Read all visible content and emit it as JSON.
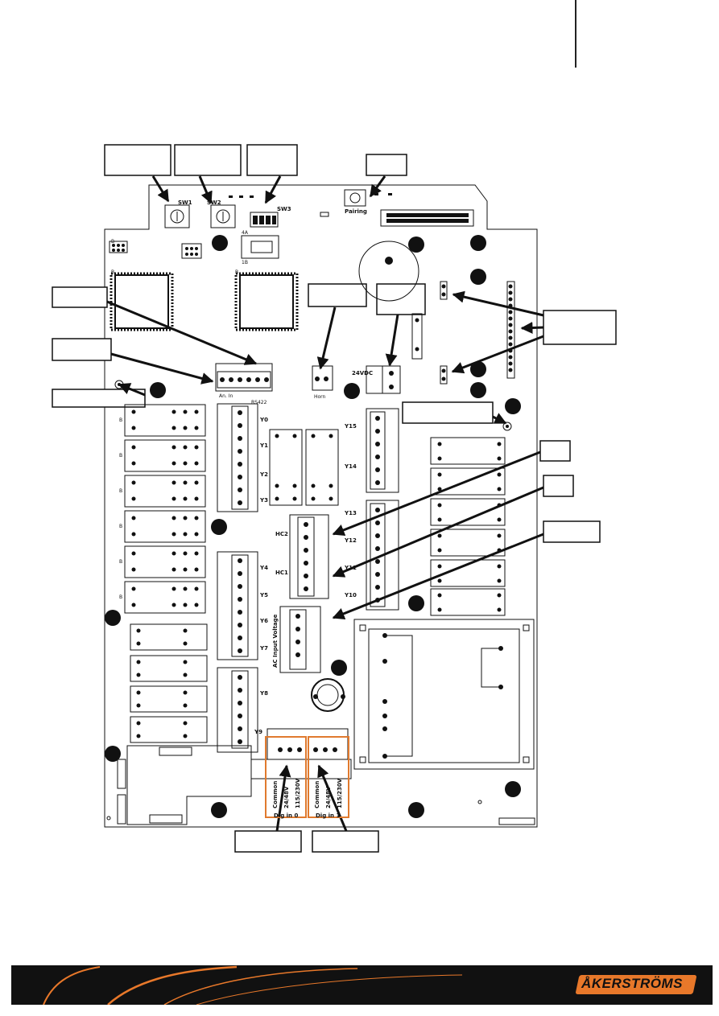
{
  "board_labels": {
    "sw1": "SW1",
    "sw2": "SW2",
    "sw3": "SW3",
    "pairing": "Pairing",
    "conn_4a": "4A",
    "conn_1b": "1B",
    "label_b": "B",
    "power": "24VDC",
    "horn": "Horn",
    "an_in": "An. In",
    "rs422": "RS422",
    "ac_input": "AC Input Voltage",
    "hc1": "HC1",
    "hc2": "HC2",
    "relay_outputs": [
      "Y0",
      "Y1",
      "Y2",
      "Y3",
      "Y4",
      "Y5",
      "Y6",
      "Y7",
      "Y8",
      "Y9",
      "Y10",
      "Y11",
      "Y12",
      "Y13",
      "Y14",
      "Y15"
    ],
    "dig_in_0": {
      "common": "Common",
      "low": "24/48V",
      "high": "115/230V",
      "name": "Dig in 0"
    },
    "dig_in_1": {
      "common": "Common",
      "low": "24/48V",
      "high": "115/230V",
      "name": "Dig in 1"
    }
  },
  "colors": {
    "stroke": "#111111",
    "highlight": "#e07a2e",
    "footer": "#111111",
    "logo": "#e8782a"
  },
  "brand": {
    "logo_text": "ÅKERSTRÖMS"
  }
}
